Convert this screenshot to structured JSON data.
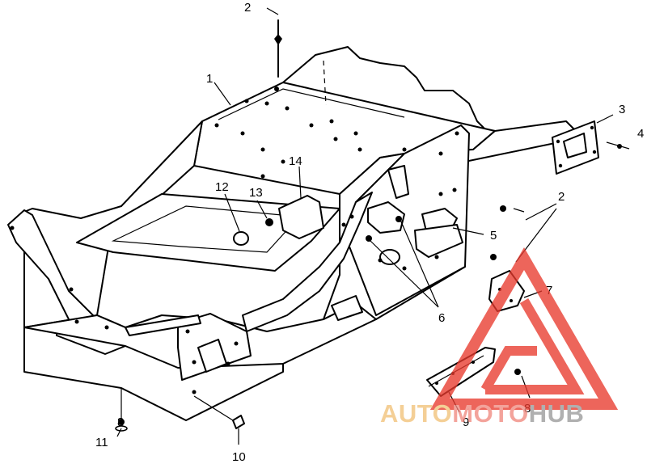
{
  "callouts": {
    "c1": "1",
    "c2a": "2",
    "c2b": "2",
    "c3": "3",
    "c4": "4",
    "c5": "5",
    "c6": "6",
    "c7": "7",
    "c8a": "8",
    "c8b": "8",
    "c9": "9",
    "c10": "10",
    "c11": "11",
    "c12": "12",
    "c13": "13",
    "c14": "14"
  },
  "watermark": {
    "part1": "AUTO",
    "part2": "MOTO",
    "part3": "HUB",
    "color_part1": "#f2c279",
    "color_part2": "#f08a80",
    "color_part3": "#9a9a9a",
    "triangle_color": "#e83a2e"
  },
  "icons": [
    "watermark-triangle-logo"
  ]
}
